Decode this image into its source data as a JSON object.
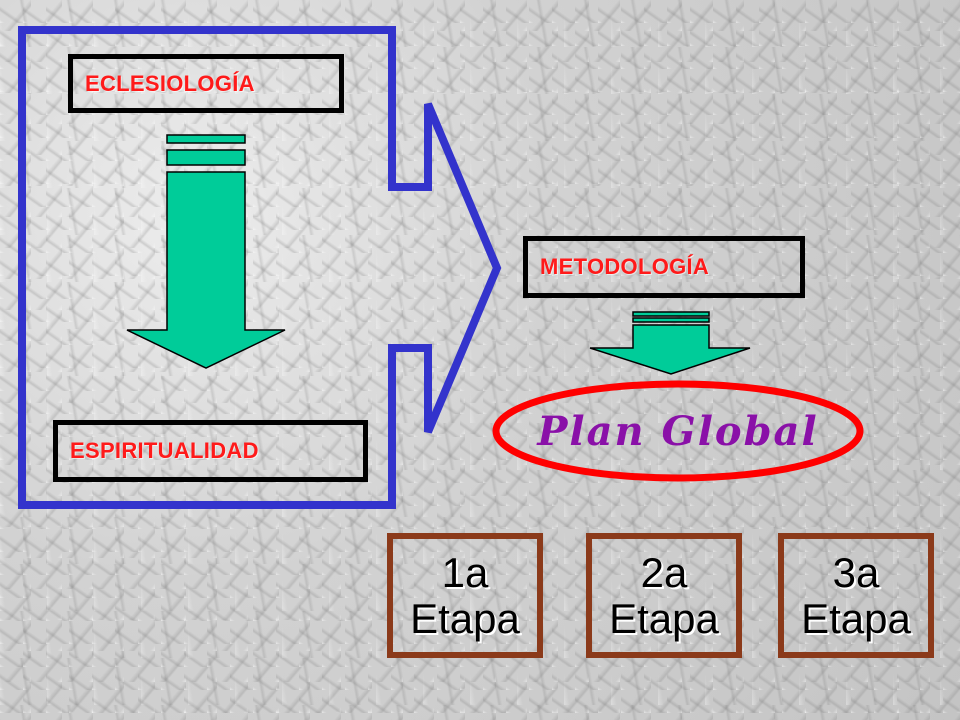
{
  "labels": {
    "eclesiologia": "ECLESIOLOGÍA",
    "espiritualidad": "ESPIRITUALIDAD",
    "metodologia": "METODOLOGÍA",
    "plan_global": "Plan Global"
  },
  "etapas": [
    {
      "num": "1a",
      "word": "Etapa"
    },
    {
      "num": "2a",
      "word": "Etapa"
    },
    {
      "num": "3a",
      "word": "Etapa"
    }
  ],
  "colors": {
    "outline_blue": "#3333cc",
    "arrow_green": "#00cc99",
    "label_red": "#ff1a1a",
    "ellipse_red": "#ff0000",
    "plan_purple": "#8a10a8",
    "etapa_border": "#8b3a1a"
  }
}
